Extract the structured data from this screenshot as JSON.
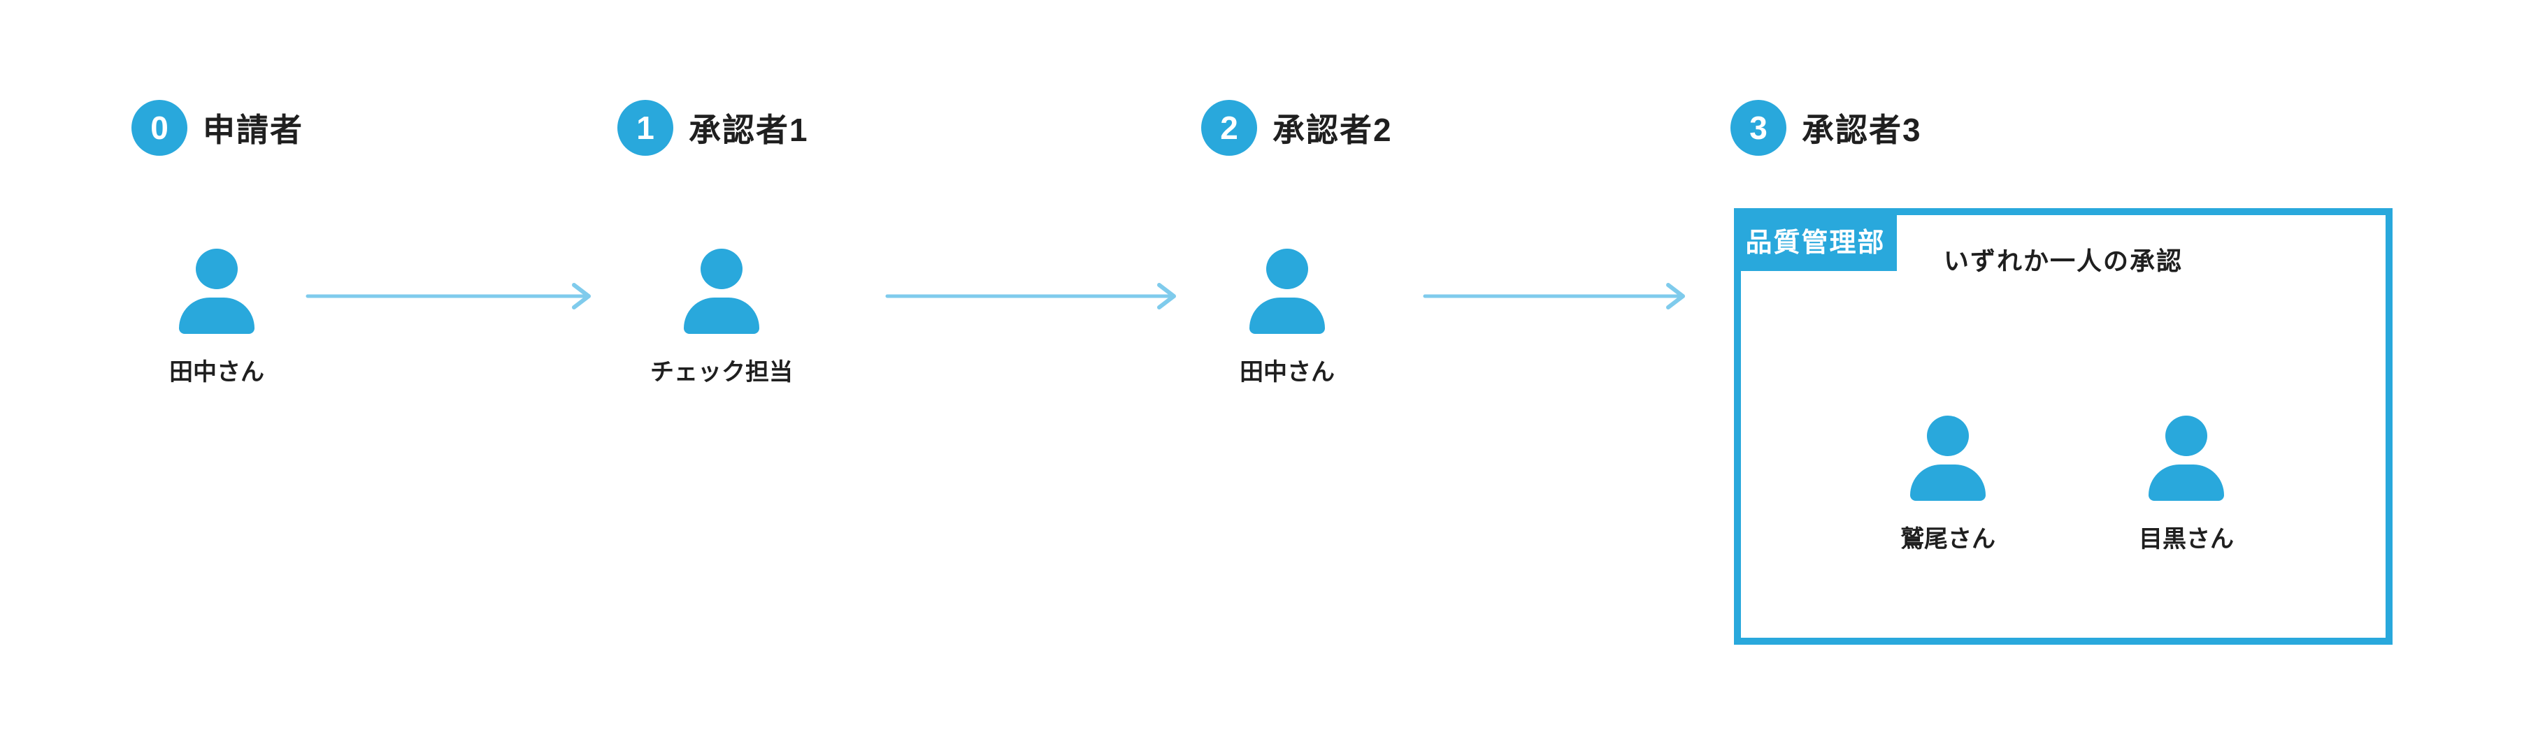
{
  "colors": {
    "primary": "#29a8dc",
    "arrow": "#7fcbec",
    "text": "#1f1f1f",
    "badge_text": "#ffffff"
  },
  "steps": [
    {
      "number": "0",
      "label": "申請者",
      "assignee": "田中さん"
    },
    {
      "number": "1",
      "label": "承認者1",
      "assignee": "チェック担当"
    },
    {
      "number": "2",
      "label": "承認者2",
      "assignee": "田中さん"
    },
    {
      "number": "3",
      "label": "承認者3",
      "group": {
        "department": "品質管理部",
        "condition": "いずれか一人の承認",
        "members": [
          {
            "name": "鷲尾さん"
          },
          {
            "name": "目黒さん"
          }
        ]
      }
    }
  ]
}
